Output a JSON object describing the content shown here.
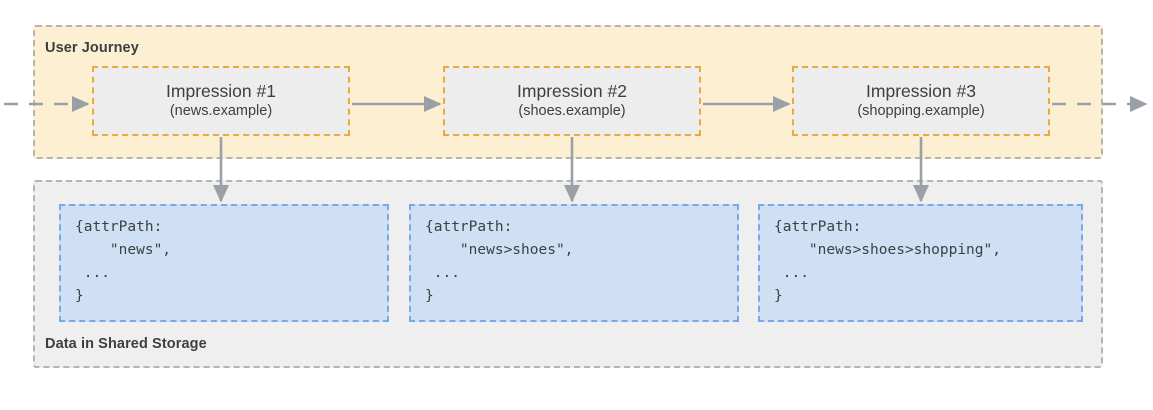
{
  "diagram": {
    "title_journey": "User Journey",
    "title_storage": "Data in Shared Storage",
    "colors": {
      "journey_fill": "#fdf0d2",
      "journey_border": "#b4b4b4",
      "storage_fill": "#efefef",
      "storage_border": "#b4b4b4",
      "impression_fill": "#ededed",
      "impression_border": "#f0a73b",
      "data_fill": "#cfe0f5",
      "data_border": "#7aa7e8",
      "arrow": "#9aa0a6",
      "text": "#3c4043"
    }
  },
  "impressions": [
    {
      "title": "Impression #1",
      "origin": "(news.example)"
    },
    {
      "title": "Impression #2",
      "origin": "(shoes.example)"
    },
    {
      "title": "Impression #3",
      "origin": "(shopping.example)"
    }
  ],
  "storage_entries": [
    {
      "code": "{attrPath:\n    \"news\",\n ...\n}"
    },
    {
      "code": "{attrPath:\n    \"news>shoes\",\n ...\n}"
    },
    {
      "code": "{attrPath:\n    \"news>shoes>shopping\",\n ...\n}"
    }
  ]
}
